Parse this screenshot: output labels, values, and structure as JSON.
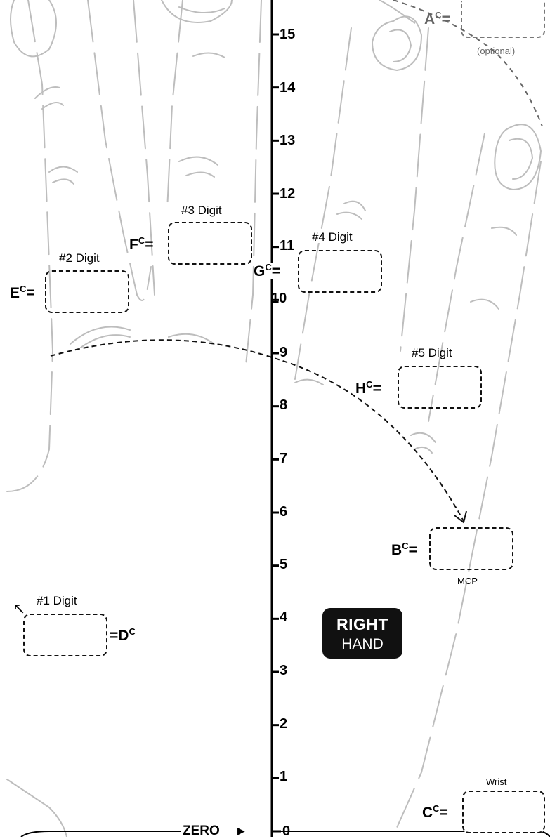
{
  "ruler": {
    "ticks": [
      "15",
      "14",
      "13",
      "12",
      "11",
      "10",
      "9",
      "8",
      "7",
      "6",
      "5",
      "4",
      "3",
      "2",
      "1",
      "0"
    ],
    "zero_label": "ZERO"
  },
  "badge": {
    "line1": "RIGHT",
    "line2": "HAND"
  },
  "points": {
    "A": {
      "label": "A",
      "sup": "C",
      "eq": "=",
      "note": "(optional)"
    },
    "B": {
      "label": "B",
      "sup": "C",
      "eq": "=",
      "note": "MCP"
    },
    "C": {
      "label": "C",
      "sup": "C",
      "eq": "=",
      "note": "Wrist"
    },
    "D": {
      "label": "=D",
      "sup": "C",
      "caption": "#1 Digit"
    },
    "E": {
      "label": "E",
      "sup": "C",
      "eq": "=",
      "caption": "#2 Digit"
    },
    "F": {
      "label": "F",
      "sup": "C",
      "eq": "=",
      "caption": "#3 Digit"
    },
    "G": {
      "label": "G",
      "sup": "C",
      "eq": "=",
      "caption": "#4 Digit"
    },
    "H": {
      "label": "H",
      "sup": "C",
      "eq": "=",
      "caption": "#5 Digit"
    }
  },
  "colors": {
    "ink": "#111111",
    "sketch": "#bbbbbb",
    "muted": "#777777",
    "badge_bg": "#111111",
    "badge_text": "#ffffff"
  }
}
